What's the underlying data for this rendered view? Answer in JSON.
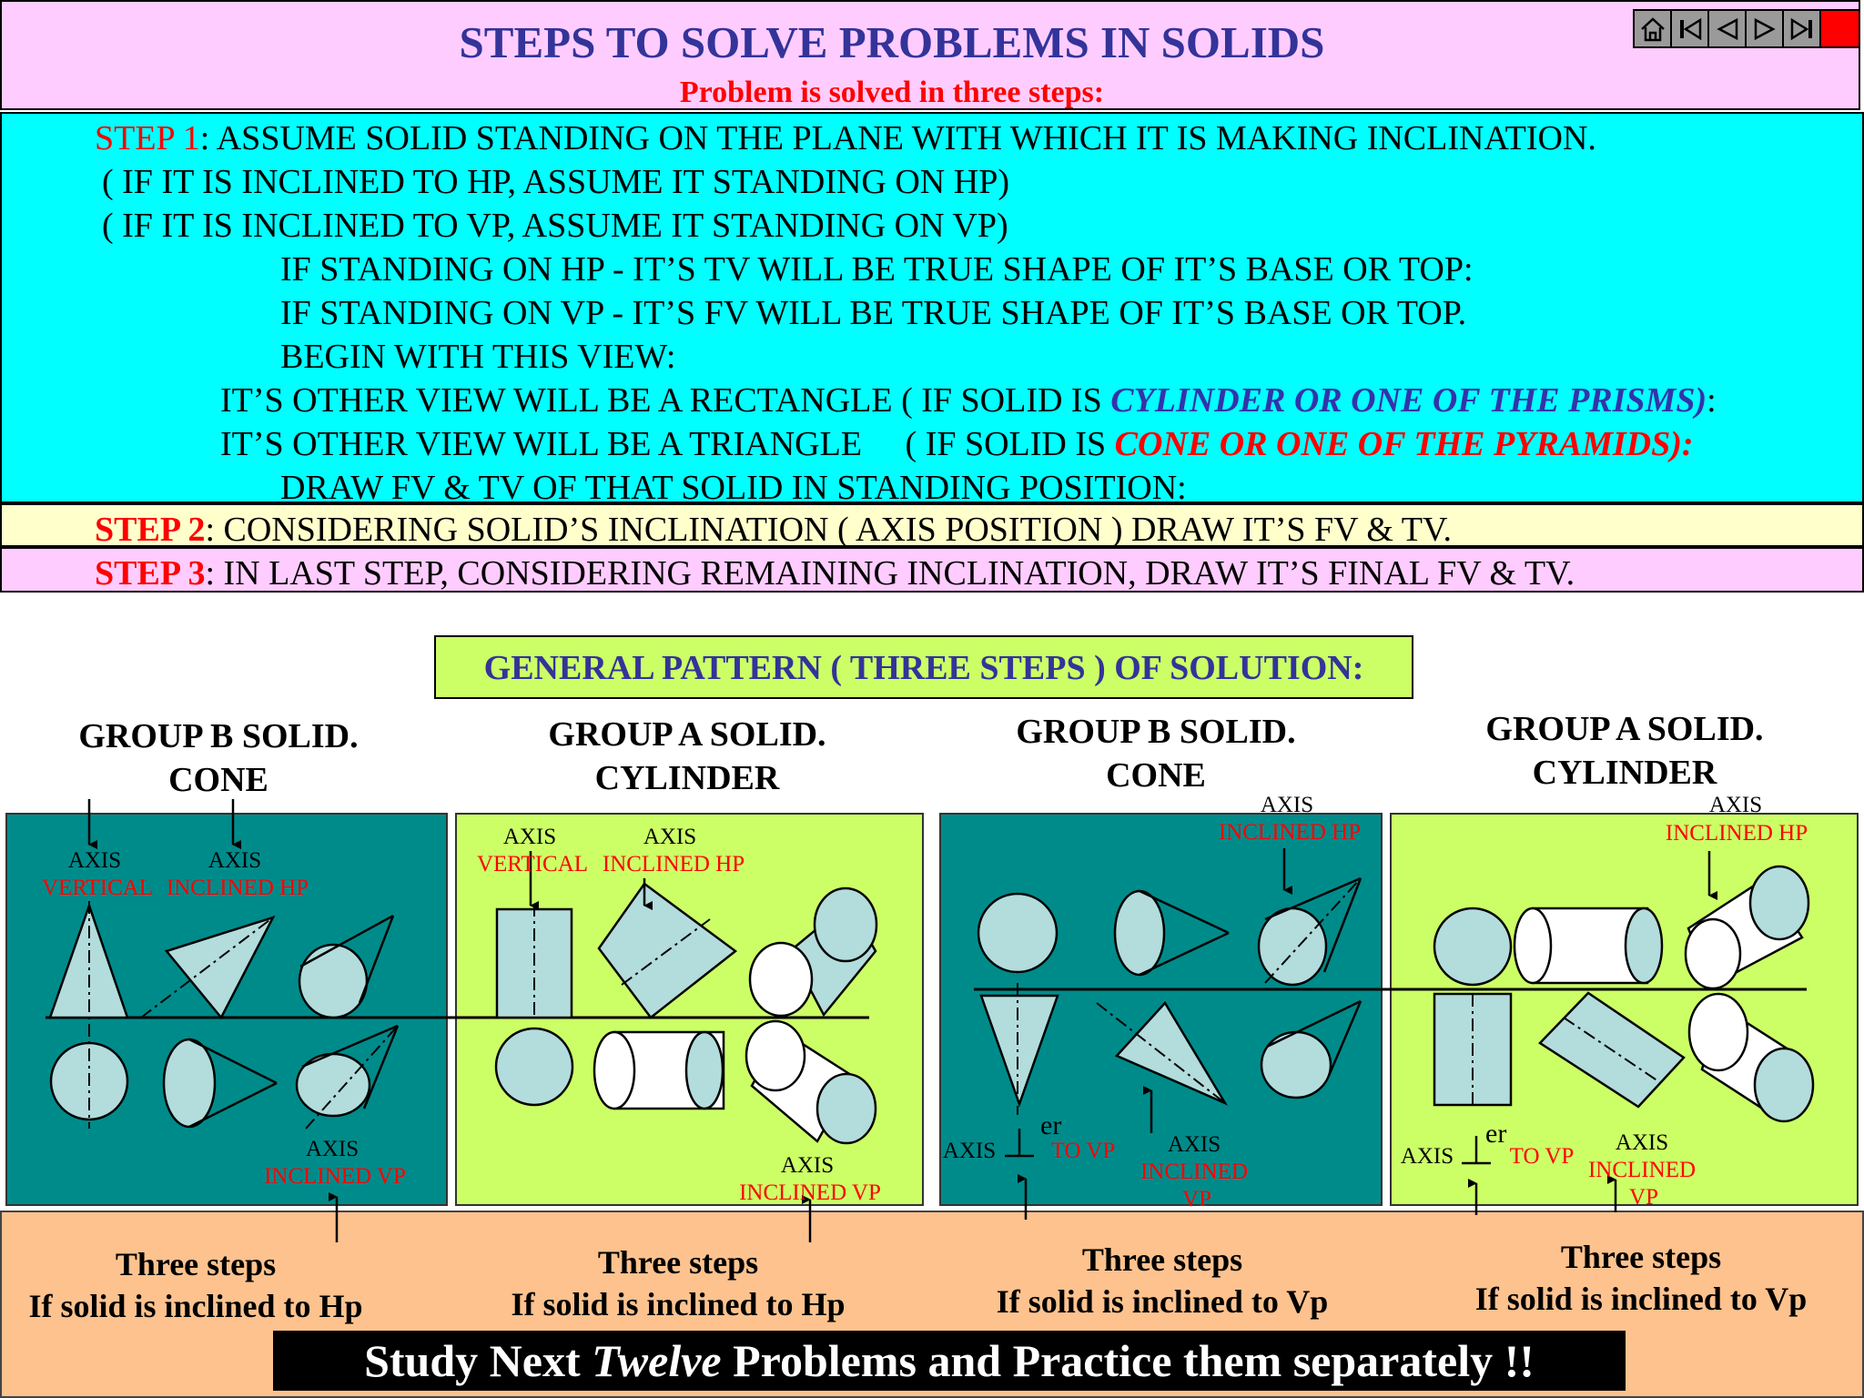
{
  "header": {
    "title": "STEPS TO SOLVE PROBLEMS IN SOLIDS",
    "subtitle": "Problem is solved in three steps:"
  },
  "nav": [
    "home-icon",
    "first-slide-icon",
    "previous-slide-icon",
    "next-slide-icon",
    "last-slide-icon",
    "stop-icon"
  ],
  "step1": {
    "label": "STEP 1",
    "line1": ": ASSUME SOLID STANDING ON THE PLANE WITH WHICH IT IS MAKING INCLINATION.",
    "line2": "( IF IT IS INCLINED TO HP, ASSUME IT STANDING ON HP)",
    "line3": "( IF IT IS INCLINED TO VP, ASSUME IT STANDING ON VP)",
    "line4": "IF STANDING ON HP - IT’S TV WILL BE TRUE SHAPE OF IT’S BASE OR TOP:",
    "line5": "IF STANDING ON VP - IT’S FV WILL BE TRUE SHAPE OF IT’S BASE OR TOP.",
    "line6": "BEGIN WITH THIS VIEW:",
    "line7a": "IT’S OTHER VIEW WILL BE A RECTANGLE ( IF SOLID IS ",
    "line7b": "CYLINDER OR ONE OF THE PRISMS)",
    "line7c": ":",
    "line8a": "IT’S OTHER VIEW WILL BE A TRIANGLE     ( IF SOLID IS ",
    "line8b": "CONE OR ONE OF THE PYRAMIDS):",
    "line9": "DRAW FV & TV OF THAT SOLID IN STANDING POSITION:"
  },
  "step2": {
    "label": "STEP 2",
    "text": ": CONSIDERING SOLID’S INCLINATION ( AXIS POSITION ) DRAW IT’S FV & TV."
  },
  "step3": {
    "label": "STEP 3",
    "text": ": IN LAST STEP, CONSIDERING REMAINING INCLINATION, DRAW IT’S FINAL FV & TV."
  },
  "general_pattern": "GENERAL PATTERN ( THREE STEPS ) OF SOLUTION:",
  "groups": [
    {
      "line1": "GROUP B SOLID.",
      "line2": "CONE"
    },
    {
      "line1": "GROUP A SOLID.",
      "line2": "CYLINDER"
    },
    {
      "line1": "GROUP B SOLID.",
      "line2": "CONE"
    },
    {
      "line1": "GROUP A SOLID.",
      "line2": "CYLINDER"
    }
  ],
  "labels": {
    "axis": "AXIS",
    "vertical": "VERTICAL",
    "inclined_hp": "INCLINED HP",
    "inclined_vp": "INCLINED VP",
    "inclined": "INCLINED",
    "vp": "VP",
    "er": "er",
    "to_vp": "TO VP"
  },
  "captions": [
    {
      "line1": "Three steps",
      "line2": "If solid is inclined to Hp"
    },
    {
      "line1": "Three steps",
      "line2": "If solid is inclined to Hp"
    },
    {
      "line1": "Three steps",
      "line2": "If solid is inclined to Vp"
    },
    {
      "line1": "Three steps",
      "line2": "If solid is inclined to Vp"
    }
  ],
  "footer": {
    "pre": "Study Next ",
    "emph": "Twelve",
    "post": " Problems and Practice them separately !!"
  },
  "colors": {
    "teal_panel": "#008b8b",
    "lime_panel": "#ccff66",
    "solid_fill": "#b3dcdc",
    "label_red": "#ff0000",
    "title_blue": "#333399"
  }
}
